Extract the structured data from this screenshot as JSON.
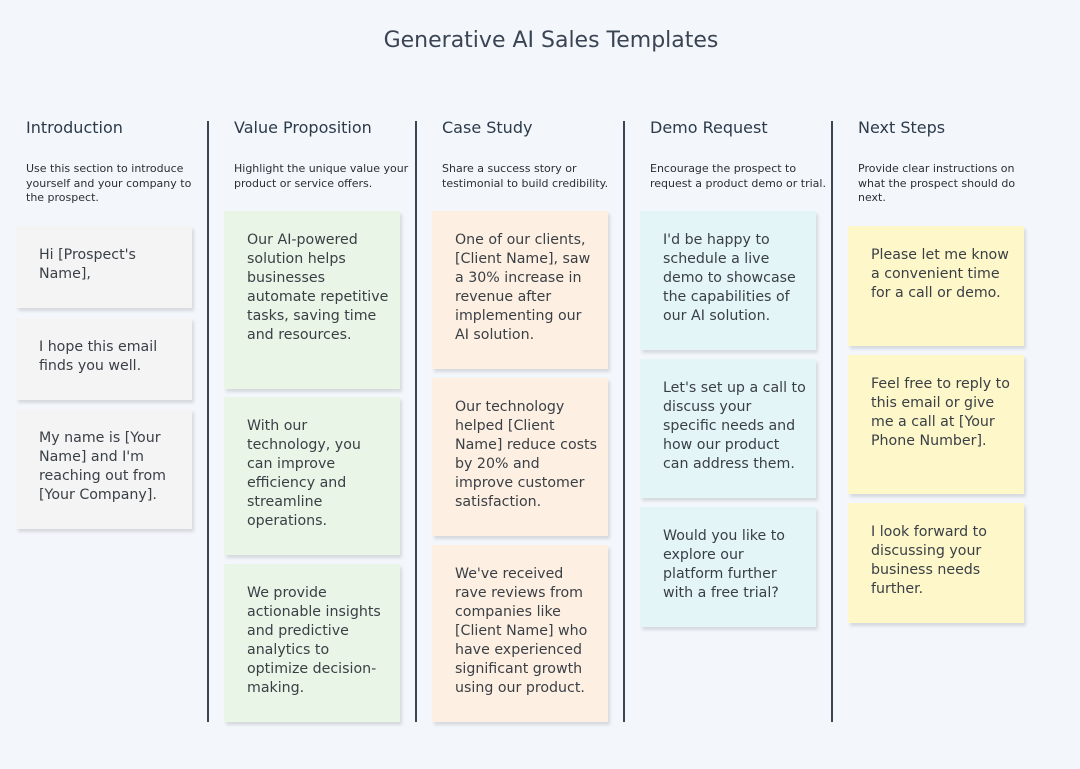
{
  "title": "Generative AI Sales Templates",
  "columns": [
    {
      "heading": "Introduction",
      "description": "Use this section to introduce yourself and your company to the prospect.",
      "color": "#f4f4f4",
      "notes": [
        "Hi [Prospect's Name],",
        "I hope this email finds you well.",
        "My name is [Your Name] and I'm reaching out from [Your Company]."
      ]
    },
    {
      "heading": "Value Proposition",
      "description": "Highlight the unique value your product or service offers.",
      "color": "#e9f5e7",
      "notes": [
        "Our AI-powered solution helps businesses automate repetitive tasks, saving time and resources.",
        "With our technology, you can improve efficiency and streamline operations.",
        "We provide actionable insights and predictive analytics to optimize decision-making."
      ]
    },
    {
      "heading": "Case Study",
      "description": "Share a success story or testimonial to build credibility.",
      "color": "#fdf0e2",
      "notes": [
        "One of our clients, [Client Name], saw a 30% increase in revenue after implementing our AI solution.",
        "Our technology helped [Client Name] reduce costs by 20% and improve customer satisfaction.",
        "We've received rave reviews from companies like [Client Name] who have experienced significant growth using our product."
      ]
    },
    {
      "heading": "Demo Request",
      "description": "Encourage the prospect to request a product demo or trial.",
      "color": "#e3f5f7",
      "notes": [
        "I'd be happy to schedule a live demo to showcase the capabilities of our AI solution.",
        "Let's set up a call to discuss your specific needs and how our product can address them.",
        "Would you like to explore our platform further with a free trial?"
      ]
    },
    {
      "heading": "Next Steps",
      "description": "Provide clear instructions on what the prospect should do next.",
      "color": "#fdf7c9",
      "notes": [
        "Please let me know a convenient time for a call or demo.",
        "Feel free to reply to this email or give me a call at [Your Phone Number].",
        "I look forward to discussing your business needs further."
      ]
    }
  ]
}
